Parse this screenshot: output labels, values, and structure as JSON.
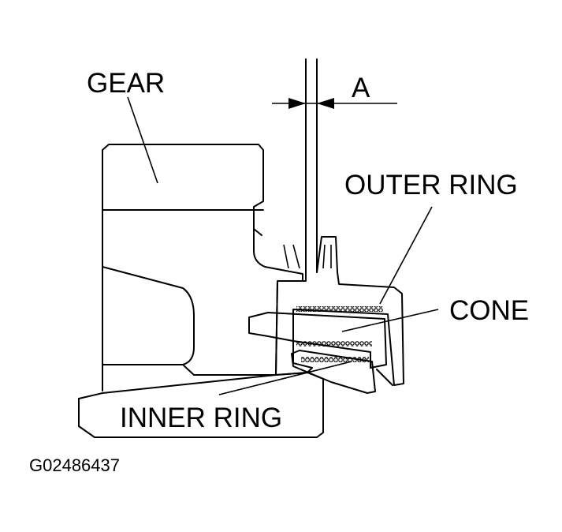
{
  "labels": {
    "gear": "GEAR",
    "dimension": "A",
    "outer_ring": "OUTER RING",
    "cone": "CONE",
    "inner_ring": "INNER RING"
  },
  "figure_code": "G02486437"
}
